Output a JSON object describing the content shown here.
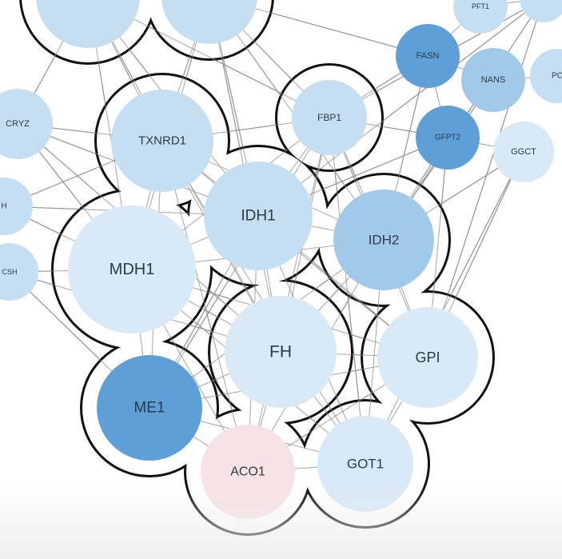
{
  "colors": {
    "very_light": "#d9e9f5",
    "light": "#c6def2",
    "medium": "#a3c9ea",
    "dark": "#5f9fd8",
    "pink": "#f7e3e6",
    "edge": "#8a8a8a",
    "cluster_outline": "#111111"
  },
  "nodes": [
    {
      "id": "TXNRD1",
      "label": "TXNRD1",
      "shade": "light"
    },
    {
      "id": "FBP1",
      "label": "FBP1",
      "shade": "light"
    },
    {
      "id": "IDH1",
      "label": "IDH1",
      "shade": "light"
    },
    {
      "id": "IDH2",
      "label": "IDH2",
      "shade": "medium"
    },
    {
      "id": "MDH1",
      "label": "MDH1",
      "shade": "very_light"
    },
    {
      "id": "FH",
      "label": "FH",
      "shade": "very_light"
    },
    {
      "id": "GPI",
      "label": "GPI",
      "shade": "very_light"
    },
    {
      "id": "ME1",
      "label": "ME1",
      "shade": "dark"
    },
    {
      "id": "ACO1",
      "label": "ACO1",
      "shade": "pink"
    },
    {
      "id": "GOT1",
      "label": "GOT1",
      "shade": "very_light"
    },
    {
      "id": "FASN",
      "label": "FASN",
      "shade": "dark"
    },
    {
      "id": "NANS",
      "label": "NANS",
      "shade": "medium"
    },
    {
      "id": "GFPT2",
      "label": "GFPT2",
      "shade": "dark"
    },
    {
      "id": "GGCT",
      "label": "GGCT",
      "shade": "very_light"
    },
    {
      "id": "PFT1",
      "label": "PFT1",
      "shade": "light"
    },
    {
      "id": "PC",
      "label": "PC",
      "shade": "light"
    },
    {
      "id": "CRYZ",
      "label": "CRYZ",
      "shade": "light"
    },
    {
      "id": "H",
      "label": "H",
      "shade": "light"
    },
    {
      "id": "CSH",
      "label": "CSH",
      "shade": "light"
    },
    {
      "id": "TOP1",
      "label": "",
      "shade": "light"
    },
    {
      "id": "TOP2",
      "label": "",
      "shade": "light"
    },
    {
      "id": "TOPR",
      "label": "",
      "shade": "light"
    }
  ],
  "edges": [
    [
      "TXNRD1",
      "FBP1"
    ],
    [
      "TXNRD1",
      "IDH1"
    ],
    [
      "TXNRD1",
      "IDH2"
    ],
    [
      "TXNRD1",
      "MDH1"
    ],
    [
      "TXNRD1",
      "FH"
    ],
    [
      "TXNRD1",
      "GPI"
    ],
    [
      "TXNRD1",
      "ME1"
    ],
    [
      "TXNRD1",
      "ACO1"
    ],
    [
      "TXNRD1",
      "GOT1"
    ],
    [
      "FBP1",
      "IDH1"
    ],
    [
      "FBP1",
      "IDH2"
    ],
    [
      "FBP1",
      "MDH1"
    ],
    [
      "FBP1",
      "FH"
    ],
    [
      "FBP1",
      "GPI"
    ],
    [
      "FBP1",
      "ME1"
    ],
    [
      "FBP1",
      "GOT1"
    ],
    [
      "FBP1",
      "ACO1"
    ],
    [
      "IDH1",
      "IDH2"
    ],
    [
      "IDH1",
      "MDH1"
    ],
    [
      "IDH1",
      "FH"
    ],
    [
      "IDH1",
      "GPI"
    ],
    [
      "IDH1",
      "ME1"
    ],
    [
      "IDH1",
      "ACO1"
    ],
    [
      "IDH1",
      "GOT1"
    ],
    [
      "IDH2",
      "MDH1"
    ],
    [
      "IDH2",
      "FH"
    ],
    [
      "IDH2",
      "GPI"
    ],
    [
      "IDH2",
      "ME1"
    ],
    [
      "IDH2",
      "ACO1"
    ],
    [
      "IDH2",
      "GOT1"
    ],
    [
      "MDH1",
      "FH"
    ],
    [
      "MDH1",
      "GPI"
    ],
    [
      "MDH1",
      "ME1"
    ],
    [
      "MDH1",
      "ACO1"
    ],
    [
      "MDH1",
      "GOT1"
    ],
    [
      "FH",
      "GPI"
    ],
    [
      "FH",
      "ME1"
    ],
    [
      "FH",
      "ACO1"
    ],
    [
      "FH",
      "GOT1"
    ],
    [
      "GPI",
      "ME1"
    ],
    [
      "GPI",
      "ACO1"
    ],
    [
      "GPI",
      "GOT1"
    ],
    [
      "ME1",
      "ACO1"
    ],
    [
      "ME1",
      "GOT1"
    ],
    [
      "ACO1",
      "GOT1"
    ],
    [
      "FASN",
      "NANS"
    ],
    [
      "FASN",
      "GFPT2"
    ],
    [
      "NANS",
      "GFPT2"
    ],
    [
      "NANS",
      "PC"
    ],
    [
      "GFPT2",
      "GGCT"
    ],
    [
      "PFT1",
      "FASN"
    ],
    [
      "GFPT2",
      "IDH2"
    ],
    [
      "GFPT2",
      "FBP1"
    ],
    [
      "GFPT2",
      "IDH1"
    ],
    [
      "GFPT2",
      "GPI"
    ],
    [
      "FASN",
      "IDH2"
    ],
    [
      "FASN",
      "FBP1"
    ],
    [
      "NANS",
      "IDH2"
    ],
    [
      "GGCT",
      "GOT1"
    ],
    [
      "GGCT",
      "GPI"
    ],
    [
      "GGCT",
      "IDH2"
    ],
    [
      "CRYZ",
      "TXNRD1"
    ],
    [
      "CRYZ",
      "MDH1"
    ],
    [
      "CRYZ",
      "IDH1"
    ],
    [
      "CRYZ",
      "FH"
    ],
    [
      "H",
      "MDH1"
    ],
    [
      "H",
      "TXNRD1"
    ],
    [
      "H",
      "IDH1"
    ],
    [
      "CSH",
      "MDH1"
    ],
    [
      "CSH",
      "ME1"
    ],
    [
      "CSH",
      "FH"
    ],
    [
      "TOP1",
      "TXNRD1"
    ],
    [
      "TOP1",
      "IDH1"
    ],
    [
      "TOP1",
      "MDH1"
    ],
    [
      "TOP1",
      "FBP1"
    ],
    [
      "TOP1",
      "FH"
    ],
    [
      "TOP2",
      "TXNRD1"
    ],
    [
      "TOP2",
      "IDH1"
    ],
    [
      "TOP2",
      "FBP1"
    ],
    [
      "TOP2",
      "IDH2"
    ],
    [
      "TOP2",
      "MDH1"
    ],
    [
      "TOP2",
      "FH"
    ],
    [
      "TOPR",
      "FBP1"
    ],
    [
      "TOPR",
      "IDH2"
    ],
    [
      "TOPR",
      "IDH1"
    ],
    [
      "TOPR",
      "GPI"
    ],
    [
      "TOP1",
      "CRYZ"
    ],
    [
      "TOP2",
      "FASN"
    ],
    [
      "TOPR",
      "PFT1"
    ]
  ]
}
